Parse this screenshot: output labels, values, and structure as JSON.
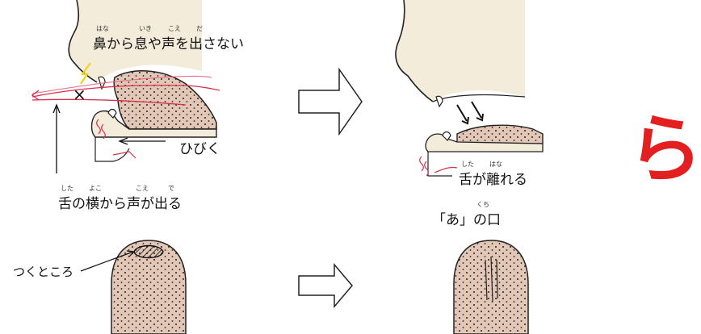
{
  "labels": {
    "no_breath": "鼻から息や声を出さない",
    "no_breath_ruby_hana": "はな",
    "no_breath_ruby_iki": "いき",
    "no_breath_ruby_koe": "こえ",
    "no_breath_ruby_da": "だ",
    "hibiku": "ひびく",
    "side_voice": "舌の横から声が出る",
    "side_voice_ruby_shita": "した",
    "side_voice_ruby_yoko": "よこ",
    "side_voice_ruby_koe": "こえ",
    "side_voice_ruby_de": "で",
    "tongue_release": "舌が離れる",
    "tongue_release_ruby_shita": "した",
    "tongue_release_ruby_hana": "はな",
    "a_mouth": "「あ」の口",
    "a_mouth_ruby_kuchi": "くち",
    "contact_point": "つくところ",
    "big_kana": "ら",
    "cross_mark": "×"
  },
  "colors": {
    "skin": "#f3ead8",
    "tongue": "#e3c7b8",
    "accent_red": "#e41f1f",
    "arrow_red": "#d9304a",
    "outline": "#222222",
    "spark": "#f2d21a"
  },
  "icons": [
    "right-arrow-icon",
    "right-arrow-icon"
  ]
}
